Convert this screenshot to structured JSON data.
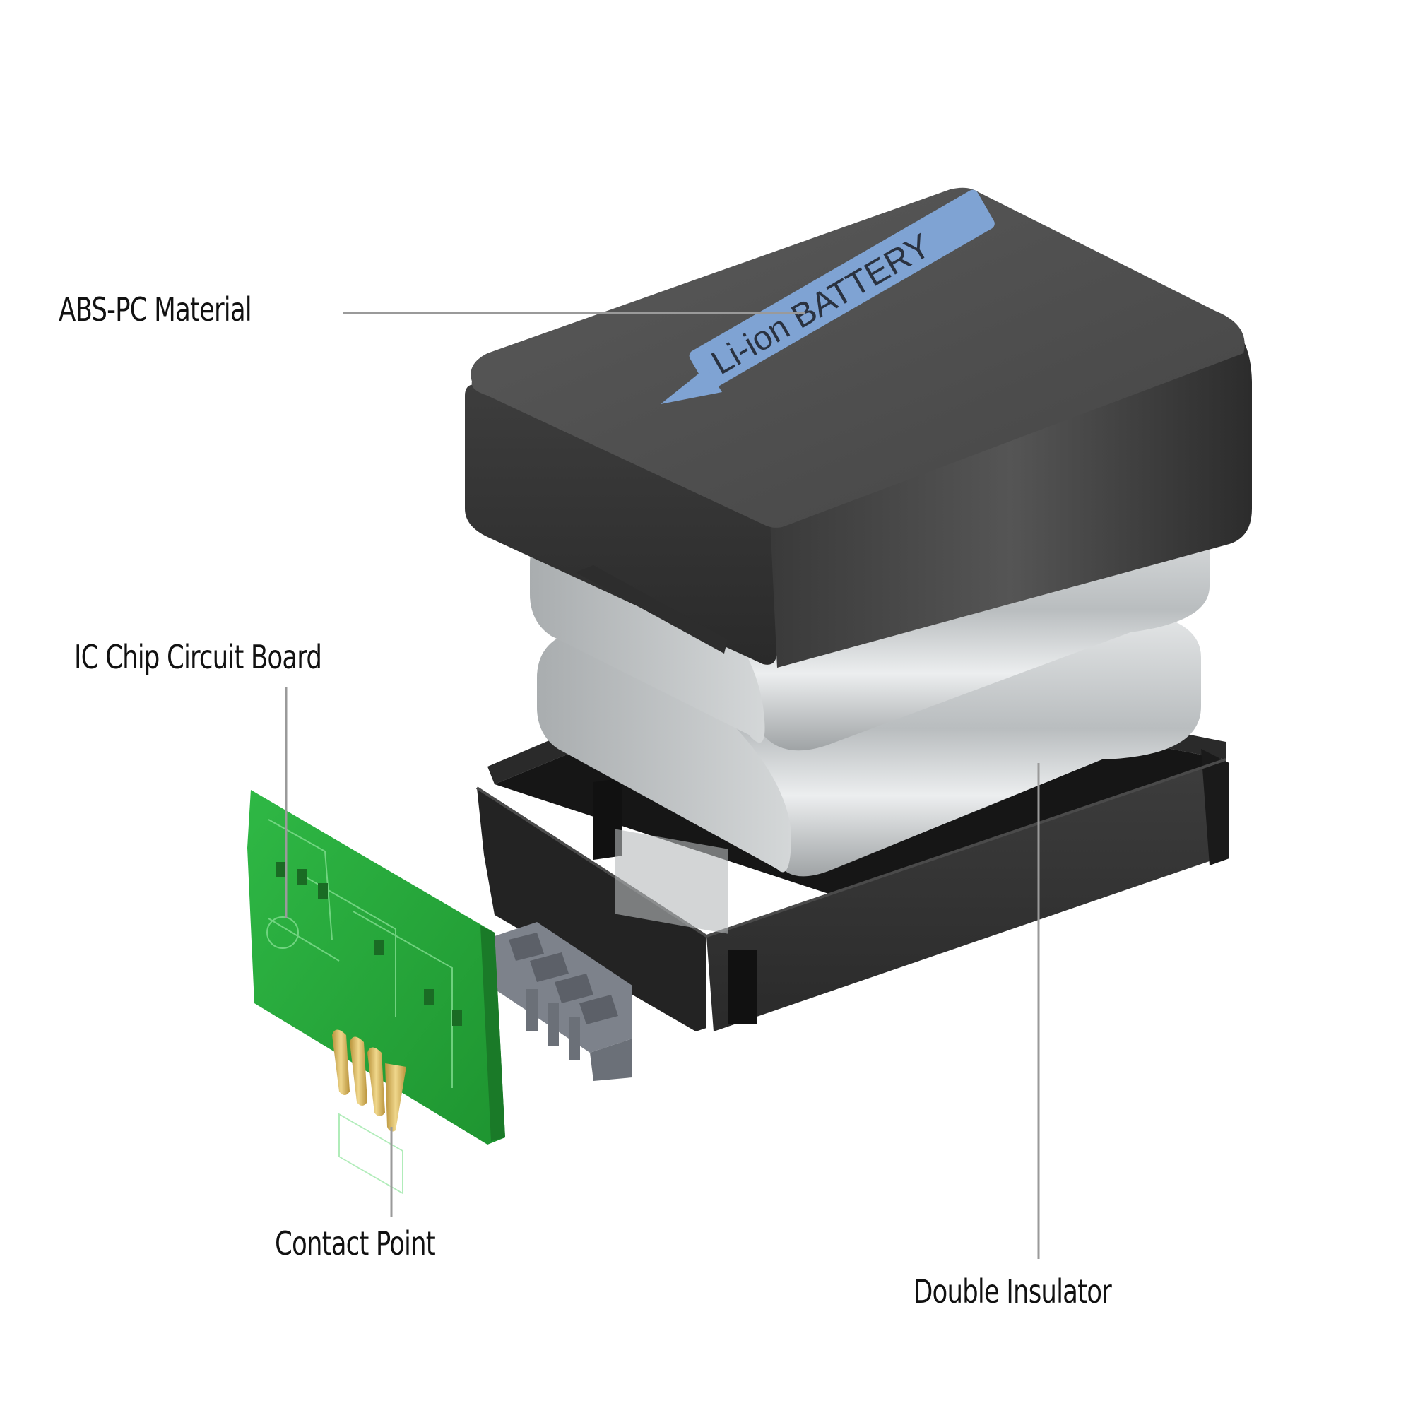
{
  "labels": {
    "abs_pc": "ABS-PC Material",
    "ic_chip": "IC Chip Circuit Board",
    "contact_point": "Contact Point",
    "double_insulator": "Double Insulator"
  },
  "battery": {
    "label_text": "Li-ion BATTERY",
    "label_color": "#7fa3d3",
    "arrow_color": "#7fa3d3",
    "case_color": "#4a4a4a"
  },
  "colors": {
    "pcb_green": "#27a83a",
    "cell_silver": "#c9cccd",
    "insulator_black": "#1e1e1e",
    "connector_gray": "#858a94",
    "contact_gold": "#d9b45a",
    "leader_line": "#9a9a9a"
  }
}
